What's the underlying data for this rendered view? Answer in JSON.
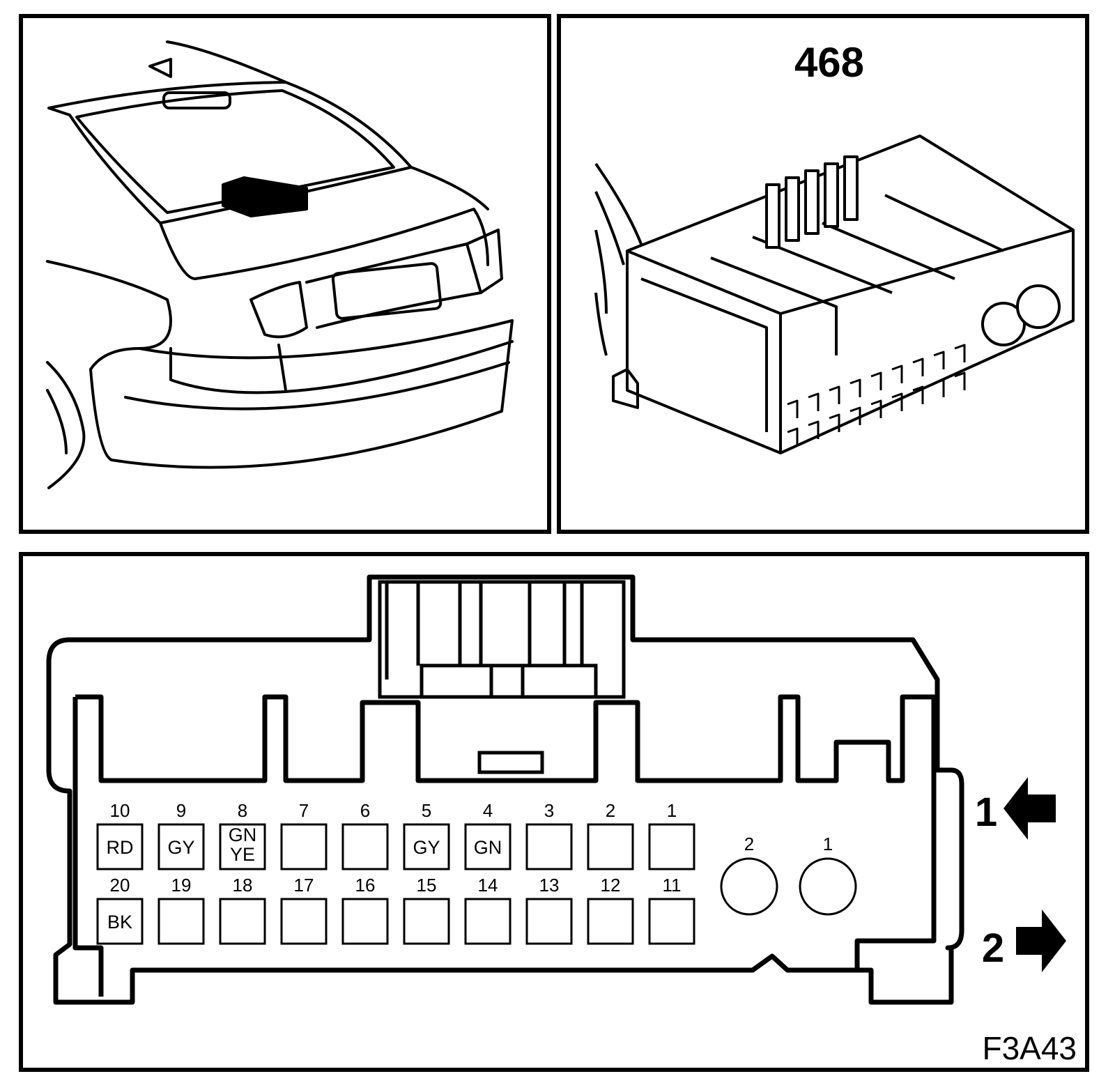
{
  "connector_number": "468",
  "figure_code": "F3A43",
  "direction_labels": [
    "1",
    "2"
  ],
  "colors": {
    "line": "#000000",
    "background": "#ffffff"
  },
  "pins_top": [
    {
      "num": "10",
      "wire": [
        "RD"
      ]
    },
    {
      "num": "9",
      "wire": [
        "GY"
      ]
    },
    {
      "num": "8",
      "wire": [
        "GN",
        "YE"
      ]
    },
    {
      "num": "7",
      "wire": []
    },
    {
      "num": "6",
      "wire": []
    },
    {
      "num": "5",
      "wire": [
        "GY"
      ]
    },
    {
      "num": "4",
      "wire": [
        "GN"
      ]
    },
    {
      "num": "3",
      "wire": []
    },
    {
      "num": "2",
      "wire": []
    },
    {
      "num": "1",
      "wire": []
    }
  ],
  "pins_bottom": [
    {
      "num": "20",
      "wire": [
        "BK"
      ]
    },
    {
      "num": "19",
      "wire": []
    },
    {
      "num": "18",
      "wire": []
    },
    {
      "num": "17",
      "wire": []
    },
    {
      "num": "16",
      "wire": []
    },
    {
      "num": "15",
      "wire": []
    },
    {
      "num": "14",
      "wire": []
    },
    {
      "num": "13",
      "wire": []
    },
    {
      "num": "12",
      "wire": []
    },
    {
      "num": "11",
      "wire": []
    }
  ],
  "round_pins": [
    {
      "num": "2"
    },
    {
      "num": "1"
    }
  ]
}
